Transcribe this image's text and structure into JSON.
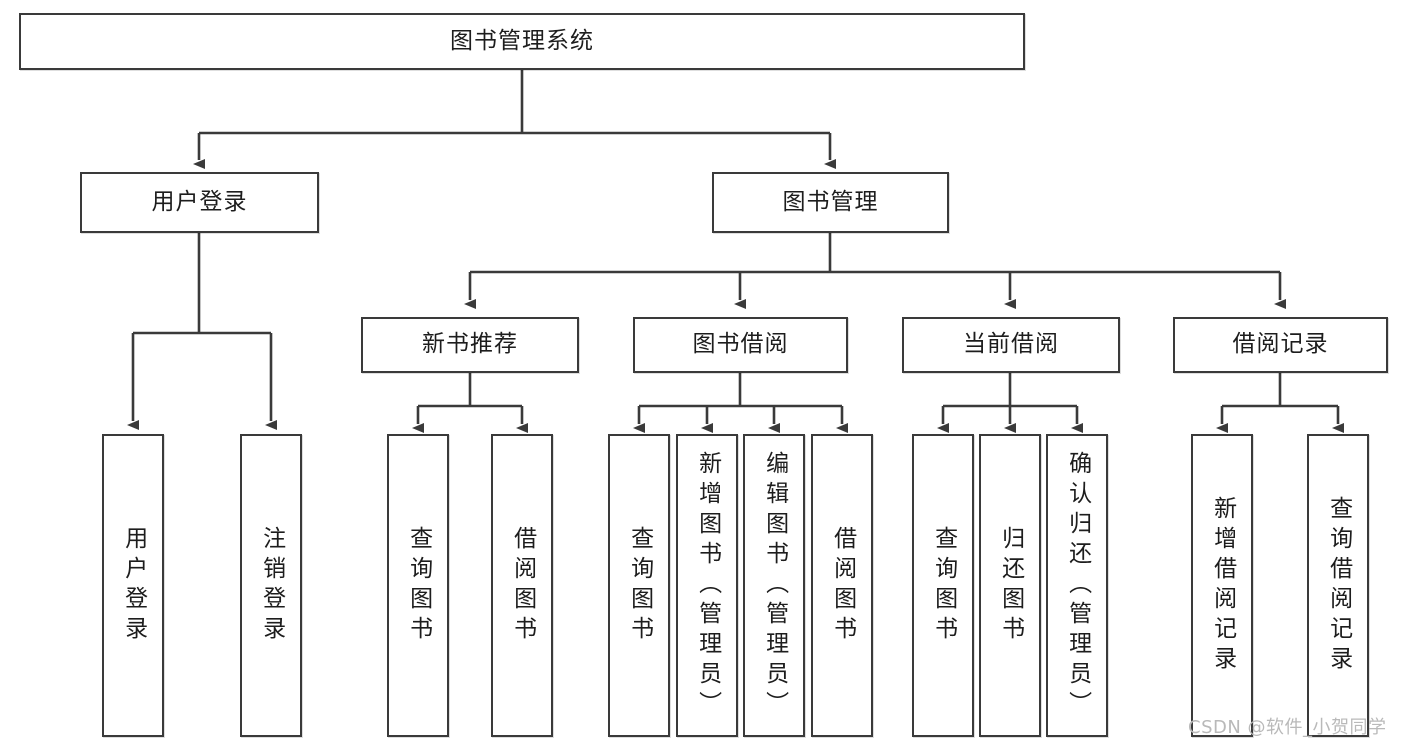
{
  "diagram": {
    "type": "tree-hierarchy",
    "title": "图书管理系统",
    "root": {
      "label": "图书管理系统"
    },
    "level2": [
      {
        "id": "user-login",
        "label": "用户登录"
      },
      {
        "id": "book-management",
        "label": "图书管理"
      }
    ],
    "level3": [
      {
        "id": "new-book-recommend",
        "label": "新书推荐",
        "parent": "book-management"
      },
      {
        "id": "book-borrow",
        "label": "图书借阅",
        "parent": "book-management"
      },
      {
        "id": "current-borrow",
        "label": "当前借阅",
        "parent": "book-management"
      },
      {
        "id": "borrow-record",
        "label": "借阅记录",
        "parent": "book-management"
      }
    ],
    "leaves": {
      "user_login": [
        {
          "id": "leaf-user-login",
          "label": "用户登录"
        },
        {
          "id": "leaf-logout-login",
          "label": "注销登录"
        }
      ],
      "new_book_recommend": [
        {
          "id": "leaf-query-book-1",
          "label": "查询图书"
        },
        {
          "id": "leaf-borrow-book-1",
          "label": "借阅图书"
        }
      ],
      "book_borrow": [
        {
          "id": "leaf-query-book-2",
          "label": "查询图书"
        },
        {
          "id": "leaf-add-book",
          "label": "新增图书（管理员）"
        },
        {
          "id": "leaf-edit-book",
          "label": "编辑图书（管理员）"
        },
        {
          "id": "leaf-borrow-book-2",
          "label": "借阅图书"
        }
      ],
      "current_borrow": [
        {
          "id": "leaf-query-book-3",
          "label": "查询图书"
        },
        {
          "id": "leaf-return-book",
          "label": "归还图书"
        },
        {
          "id": "leaf-confirm-return",
          "label": "确认归还（管理员）"
        }
      ],
      "borrow_record": [
        {
          "id": "leaf-add-record",
          "label": "新增借阅记录"
        },
        {
          "id": "leaf-query-record",
          "label": "查询借阅记录"
        }
      ]
    }
  },
  "watermark": {
    "text": "CSDN @软件_小贺同学"
  },
  "colors": {
    "border": "#3a3a3a",
    "text": "#1d1d1d",
    "background": "#ffffff",
    "watermark": "#b9b9b9"
  }
}
